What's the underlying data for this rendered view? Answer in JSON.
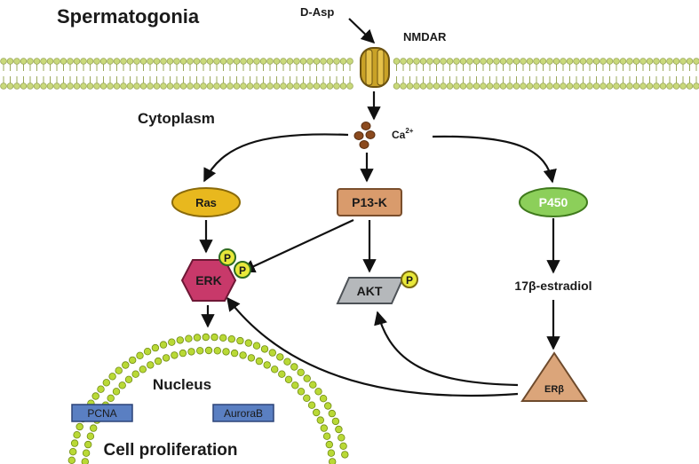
{
  "cell_label": "Spermatogonia",
  "ligand_label": "D-Asp",
  "receptor_label": "NMDAR",
  "compartment_cytoplasm": "Cytoplasm",
  "ion_label": "Ca",
  "ion_charge": "2+",
  "nodes": {
    "ras": "Ras",
    "pi3k": "P13-K",
    "p450": "P450",
    "erk": "ERK",
    "akt": "AKT",
    "estradiol": "17β-estradiol",
    "er_beta": "ERβ",
    "phospho": "P"
  },
  "nucleus_label": "Nucleus",
  "nuclear_proteins": [
    "PCNA",
    "AuroraB"
  ],
  "outcome_label": "Cell proliferation",
  "colors": {
    "membrane_head": "#c9d97a",
    "membrane_line": "#9aa85a",
    "channel": "#c9a227",
    "calcium": "#8b4a1e",
    "ras": "#e8b81e",
    "pi3k": "#d99b6c",
    "p450": "#8ccf5a",
    "erk": "#c8396a",
    "akt": "#b5b8bb",
    "er_beta": "#dba57a",
    "phospho": "#e8e83a",
    "nuclear_bead": "#b9d936",
    "nuclear_box": "#5a7fc2"
  }
}
